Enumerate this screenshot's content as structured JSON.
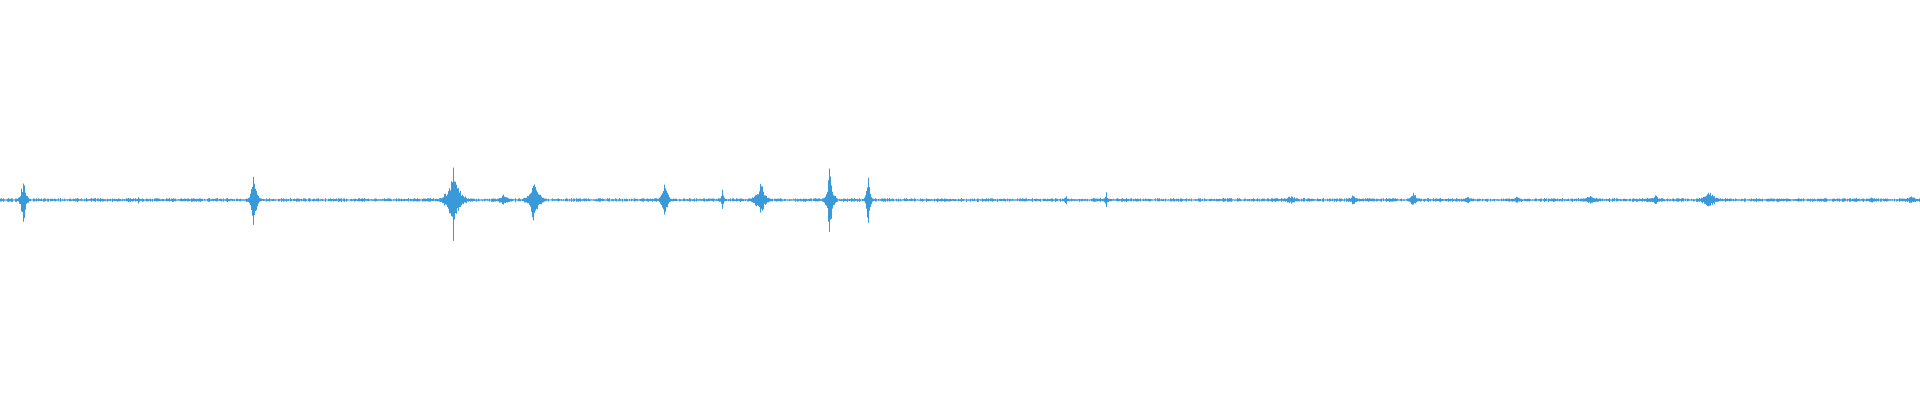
{
  "waveform": {
    "color": "#3a9ad9",
    "baseline_amplitude": 0.004,
    "bursts": [
      {
        "t": 0.012,
        "amp": 0.09,
        "spread": 0.0012
      },
      {
        "t": 0.072,
        "amp": 0.012,
        "spread": 0.0008
      },
      {
        "t": 0.132,
        "amp": 0.11,
        "spread": 0.0012
      },
      {
        "t": 0.236,
        "amp": 0.12,
        "spread": 0.0025
      },
      {
        "t": 0.262,
        "amp": 0.02,
        "spread": 0.0025
      },
      {
        "t": 0.278,
        "amp": 0.09,
        "spread": 0.002
      },
      {
        "t": 0.346,
        "amp": 0.06,
        "spread": 0.0015
      },
      {
        "t": 0.376,
        "amp": 0.04,
        "spread": 0.0008
      },
      {
        "t": 0.396,
        "amp": 0.07,
        "spread": 0.002
      },
      {
        "t": 0.432,
        "amp": 0.13,
        "spread": 0.0012
      },
      {
        "t": 0.452,
        "amp": 0.1,
        "spread": 0.0008
      },
      {
        "t": 0.555,
        "amp": 0.02,
        "spread": 0.0008
      },
      {
        "t": 0.576,
        "amp": 0.03,
        "spread": 0.0008
      },
      {
        "t": 0.672,
        "amp": 0.012,
        "spread": 0.004
      },
      {
        "t": 0.705,
        "amp": 0.02,
        "spread": 0.002
      },
      {
        "t": 0.736,
        "amp": 0.025,
        "spread": 0.002
      },
      {
        "t": 0.764,
        "amp": 0.012,
        "spread": 0.003
      },
      {
        "t": 0.79,
        "amp": 0.015,
        "spread": 0.0015
      },
      {
        "t": 0.828,
        "amp": 0.015,
        "spread": 0.004
      },
      {
        "t": 0.862,
        "amp": 0.015,
        "spread": 0.003
      },
      {
        "t": 0.89,
        "amp": 0.03,
        "spread": 0.003
      },
      {
        "t": 0.95,
        "amp": 0.008,
        "spread": 0.0015
      },
      {
        "t": 0.975,
        "amp": 0.01,
        "spread": 0.003
      },
      {
        "t": 0.995,
        "amp": 0.012,
        "spread": 0.004
      }
    ]
  }
}
